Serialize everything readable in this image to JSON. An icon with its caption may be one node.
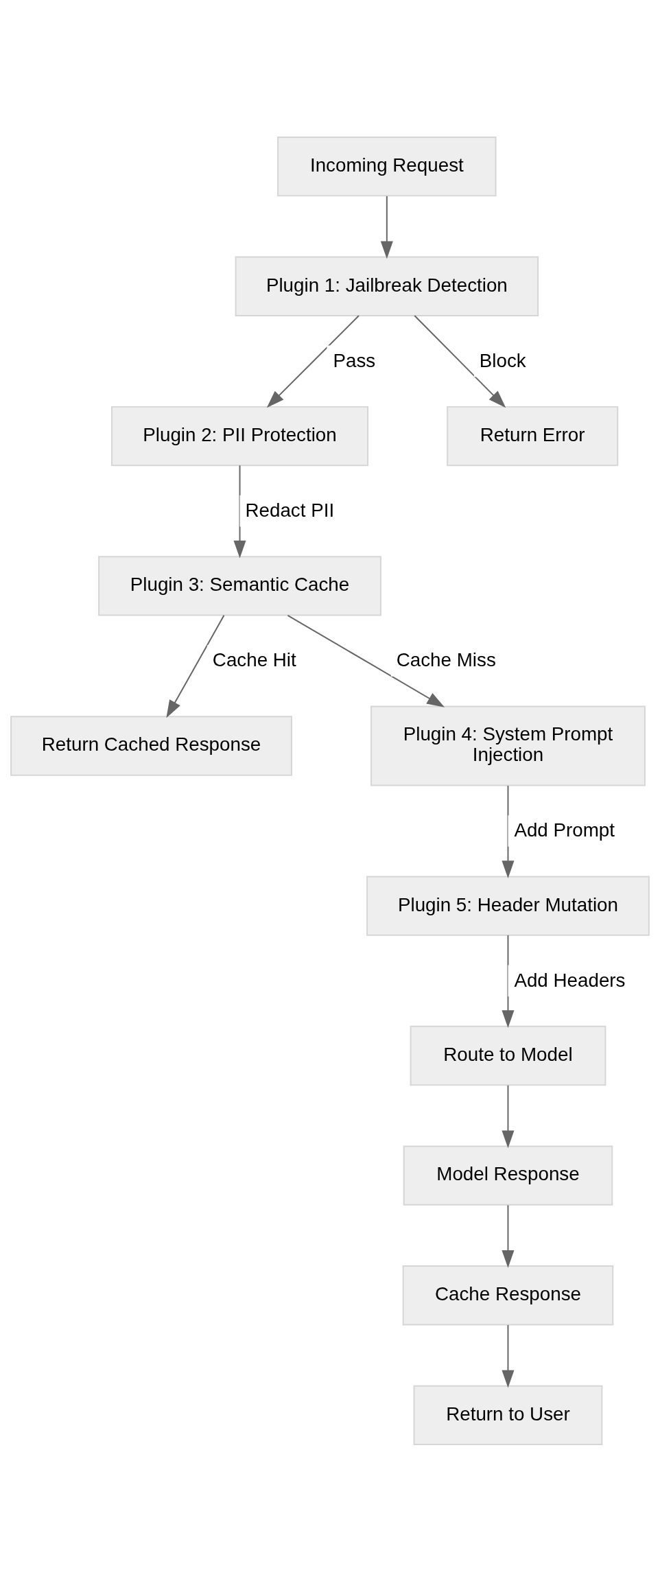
{
  "diagram": {
    "nodes": [
      {
        "text": [
          "Incoming Request"
        ]
      },
      {
        "text": [
          "Plugin 1: Jailbreak Detection"
        ]
      },
      {
        "text": [
          "Plugin 2: PII Protection"
        ]
      },
      {
        "text": [
          "Return Error"
        ]
      },
      {
        "text": [
          "Plugin 3: Semantic Cache"
        ]
      },
      {
        "text": [
          "Return Cached Response"
        ]
      },
      {
        "text": [
          "Plugin 4: System Prompt Injection"
        ]
      },
      {
        "text": [
          "Plugin 5: Header Mutation"
        ]
      },
      {
        "text": [
          "Route to Model"
        ]
      },
      {
        "text": [
          "Model Response"
        ]
      },
      {
        "text": [
          "Cache Response"
        ]
      },
      {
        "text": [
          "Return to User"
        ]
      }
    ],
    "edges": [
      {
        "from": 0,
        "to": 1,
        "arrow": "to"
      },
      {
        "from": 1,
        "to": 2,
        "arrow": "to",
        "label": "Pass"
      },
      {
        "from": 1,
        "to": 3,
        "arrow": "to",
        "label": "Block"
      },
      {
        "from": 2,
        "to": 4,
        "arrow": "to",
        "label": "Redact PII"
      },
      {
        "from": 4,
        "to": 5,
        "arrow": "to",
        "label": "Cache Hit"
      },
      {
        "from": 4,
        "to": 6,
        "arrow": "to",
        "label": "Cache Miss"
      },
      {
        "from": 6,
        "to": 7,
        "arrow": "to",
        "label": "Add Prompt"
      },
      {
        "from": 7,
        "to": 8,
        "arrow": "to",
        "label": "Add Headers"
      },
      {
        "from": 8,
        "to": 9,
        "arrow": "to"
      },
      {
        "from": 9,
        "to": 10,
        "arrow": "to"
      },
      {
        "from": 10,
        "to": 11,
        "arrow": "to"
      }
    ]
  }
}
